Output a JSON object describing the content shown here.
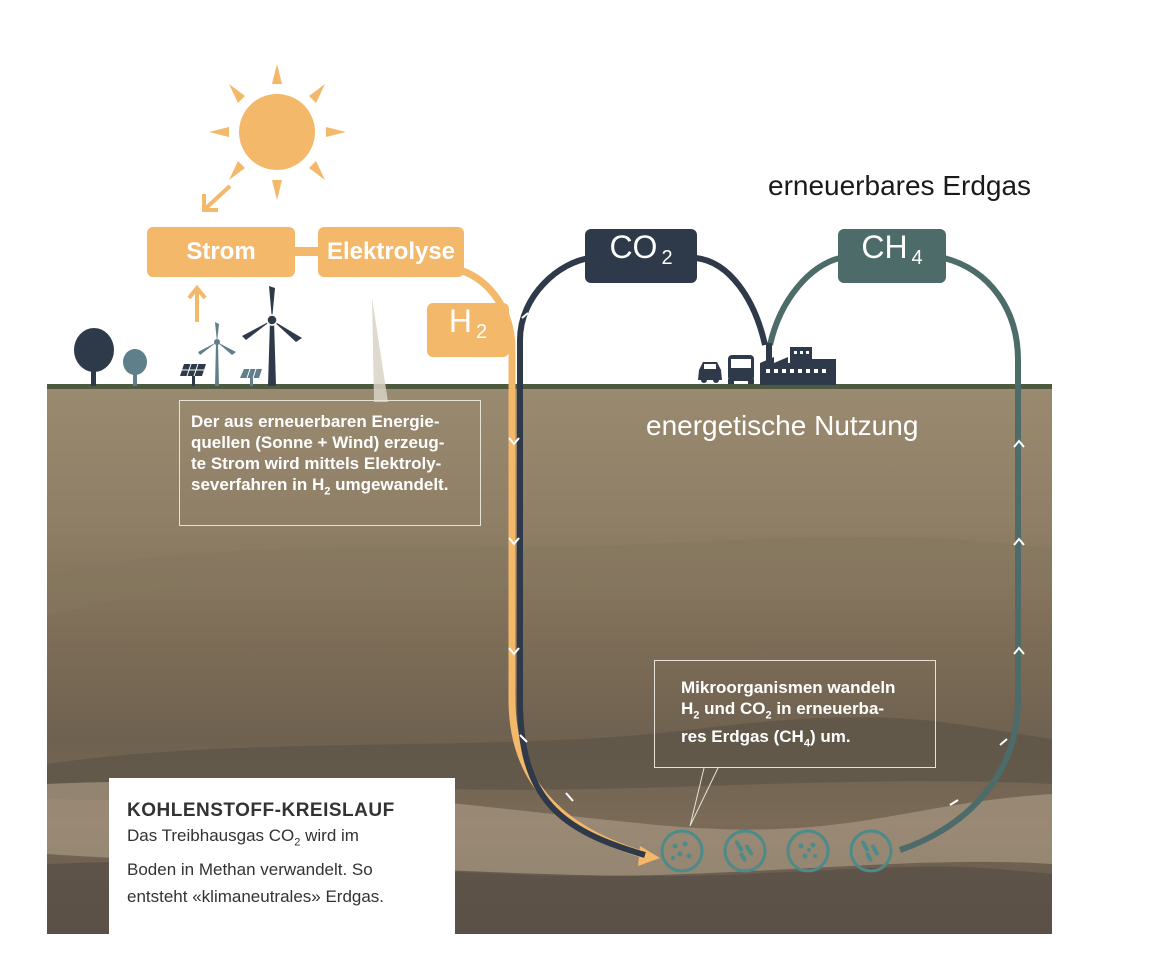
{
  "top_right_label": "erneuerbares Erdgas",
  "boxes": {
    "strom": "Strom",
    "elektrolyse": "Elektrolyse",
    "h2": {
      "main": "H",
      "sub": "2"
    },
    "co2": {
      "main": "CO",
      "sub": "2"
    },
    "ch4": {
      "main": "CH",
      "sub": "4"
    }
  },
  "energetische_nutzung": "energetische Nutzung",
  "note_left": {
    "line1": "Der aus erneuerbaren Energie-",
    "line2": "quellen (Sonne + Wind) erzeug-",
    "line3": "te Strom wird mittels Elektroly-",
    "line4_a": "severfahren in H",
    "line4_sub": "2",
    "line4_b": " umgewandelt."
  },
  "note_right": {
    "line1": "Mikroorganismen wandeln",
    "line2_a": "H",
    "line2_sub1": "2",
    "line2_b": " und CO",
    "line2_sub2": "2",
    "line2_c": " in erneuerba-",
    "line3_a": "res Erdgas (CH",
    "line3_sub": "4",
    "line3_b": ") um."
  },
  "info": {
    "title": "KOHLENSTOFF-KREISLAUF",
    "line1_a": "Das Treibhausgas CO",
    "line1_sub": "2",
    "line1_b": " wird im",
    "line2": "Boden in Methan verwandelt. So",
    "line3": "entsteht «klimaneutrales» Erdgas."
  },
  "colors": {
    "orange": "#f4b86b",
    "co2_dark": "#2e3a4a",
    "ch4_teal": "#4d6b68",
    "ground": "#8b7a63"
  },
  "icons": [
    "sun-icon",
    "tree-icon",
    "solar-panel-icon",
    "wind-turbine-icon",
    "car-icon",
    "bus-icon",
    "factory-icon",
    "microorganism-icon"
  ]
}
